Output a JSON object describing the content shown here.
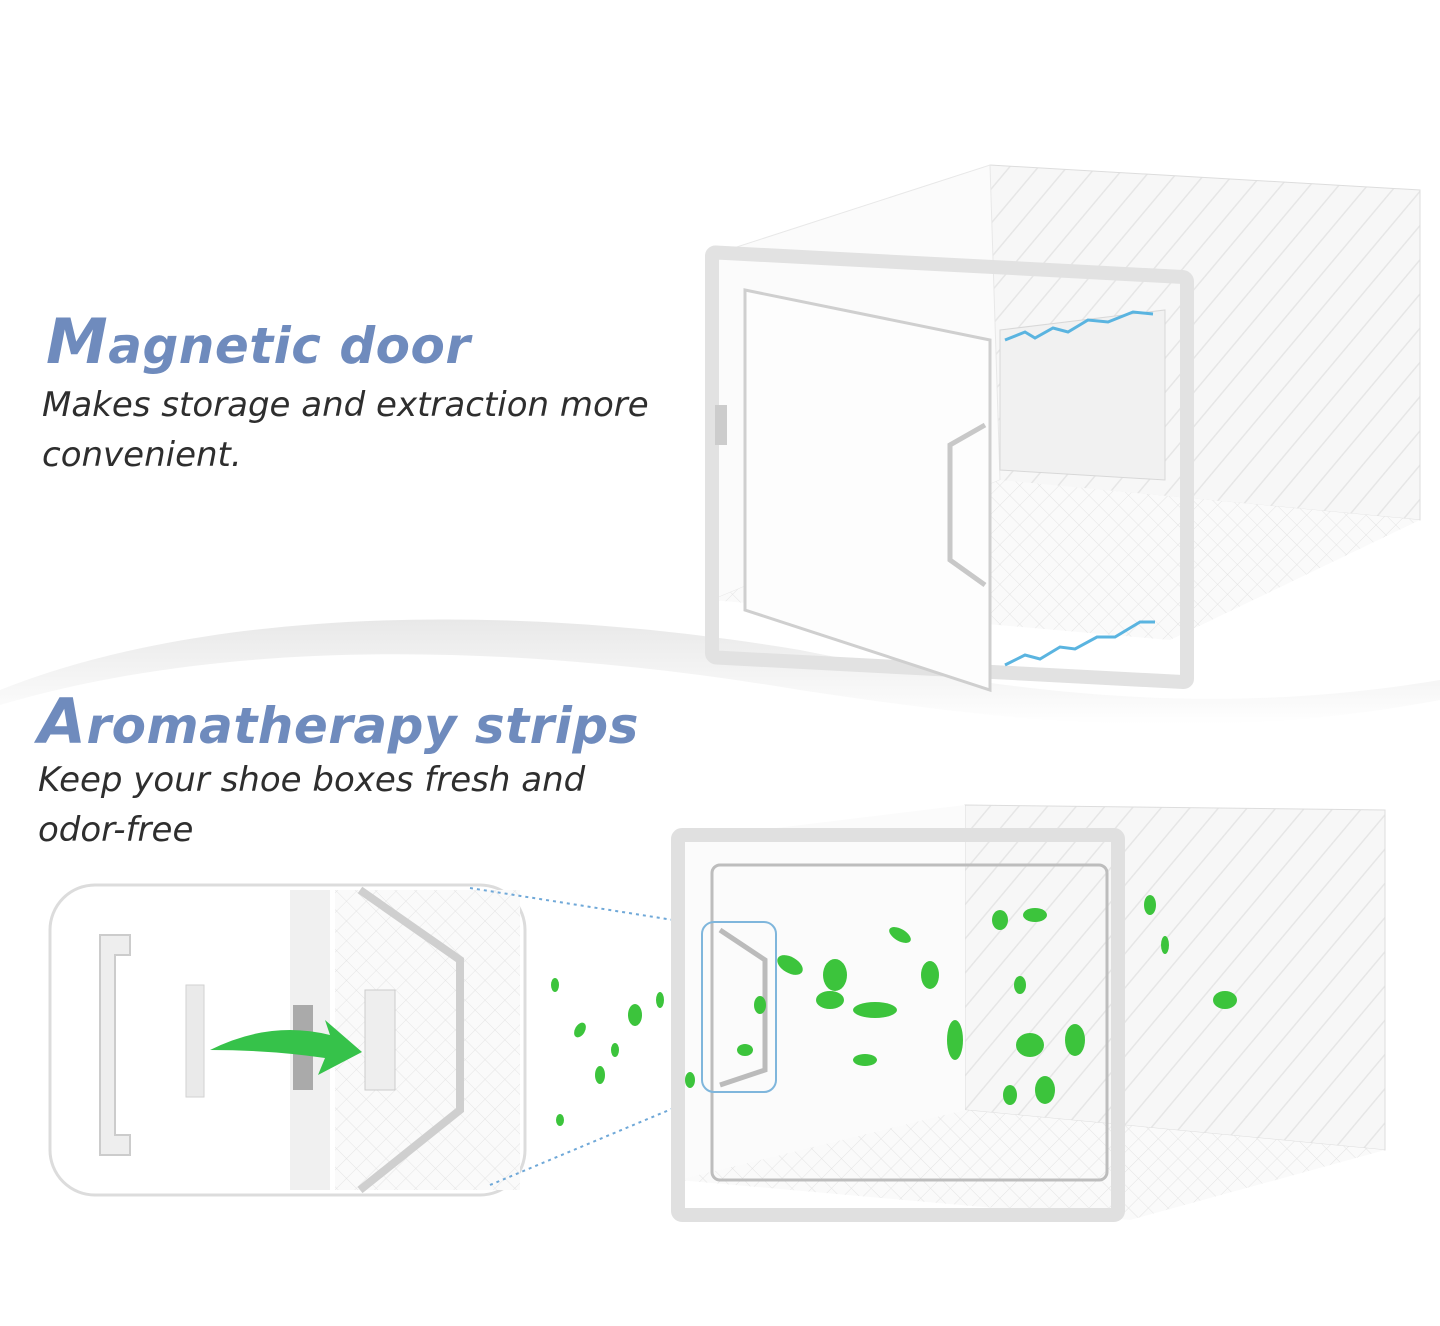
{
  "features": [
    {
      "title_initial": "M",
      "title_rest": "agnetic door",
      "description_line1": "Makes storage and extraction more",
      "description_line2": "convenient."
    },
    {
      "title_initial": "A",
      "title_rest": "romatherapy strips",
      "description_line1": "Keep your shoe boxes fresh and",
      "description_line2": "odor-free"
    }
  ],
  "colors": {
    "heading": "#6f8bbd",
    "text": "#2e2e2e",
    "leaf_green": "#3cc43c",
    "magnet_blue": "#5ab4e0"
  }
}
